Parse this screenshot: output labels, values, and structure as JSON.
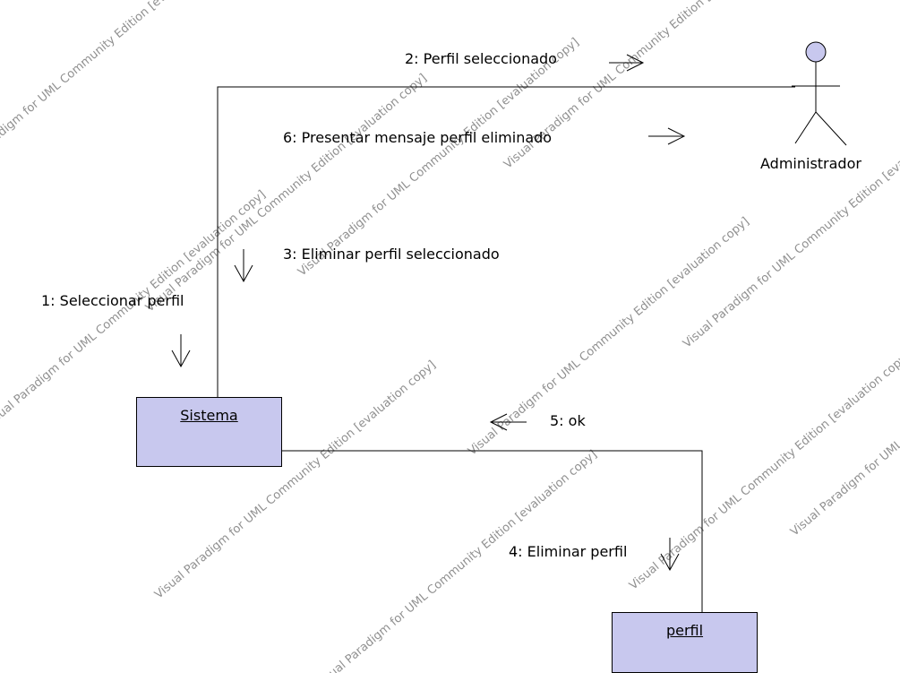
{
  "actor": {
    "name": "Administrador"
  },
  "objects": [
    {
      "id": "sistema",
      "name": "Sistema"
    },
    {
      "id": "perfil",
      "name": "perfil"
    }
  ],
  "messages": [
    {
      "label": "1: Seleccionar perfil",
      "arrow": "down"
    },
    {
      "label": "2: Perfil seleccionado",
      "arrow": "right"
    },
    {
      "label": "3: Eliminar perfil seleccionado",
      "arrow": "down"
    },
    {
      "label": "4: Eliminar perfil",
      "arrow": "down"
    },
    {
      "label": "5: ok",
      "arrow": "left"
    },
    {
      "label": "6: Presentar mensaje perfil eliminado",
      "arrow": "right"
    }
  ],
  "watermark": {
    "texts": [
      "Visual Paradigm for UML Community Edition [evaluation copy]"
    ],
    "color": "#909090"
  },
  "colors": {
    "object_fill": "#c8c8ee",
    "actor_head": "#c8c8ee",
    "line": "#000000"
  }
}
